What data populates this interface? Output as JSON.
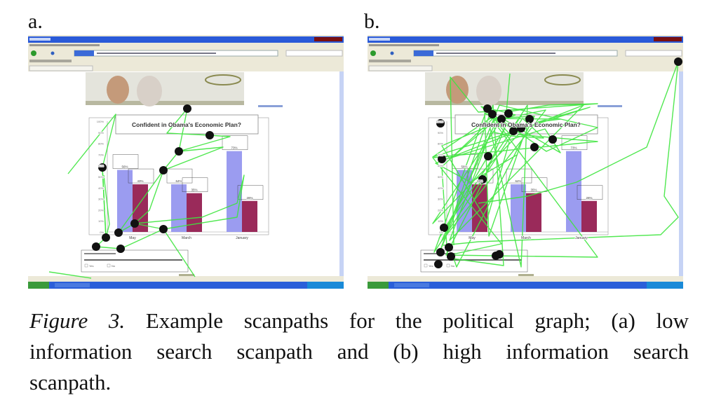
{
  "panels": [
    {
      "label": "a.",
      "type": "low information search scanpath"
    },
    {
      "label": "b.",
      "type": "high information search scanpath"
    }
  ],
  "caption": {
    "figure_label": "Figure 3.",
    "line1_rest": " Example scanpaths for the political graph; (a) low",
    "line2": "information search scanpath and (b) high information search",
    "line3": "scanpath."
  },
  "embedded_chart": {
    "title": "Confident in Obama's Economic Plan?",
    "categories": [
      "May",
      "March",
      "January"
    ],
    "series": [
      {
        "name": "Yes",
        "color": "#9b9cf0",
        "values": [
          56,
          43,
          73
        ]
      },
      {
        "name": "No",
        "color": "#9a2a5a",
        "values": [
          43,
          35,
          28
        ]
      }
    ],
    "value_labels": [
      [
        "56%",
        "43%"
      ],
      [
        "64%",
        "35%"
      ],
      [
        "73%",
        "28%"
      ]
    ],
    "ylim": [
      0,
      100
    ],
    "answers": [
      "Yes",
      "No"
    ]
  },
  "colors": {
    "scanpath": "#3ee63e",
    "fixation": "#111111",
    "titlebar": "#2a5ad8",
    "taskbar": "#2b5fd9"
  }
}
